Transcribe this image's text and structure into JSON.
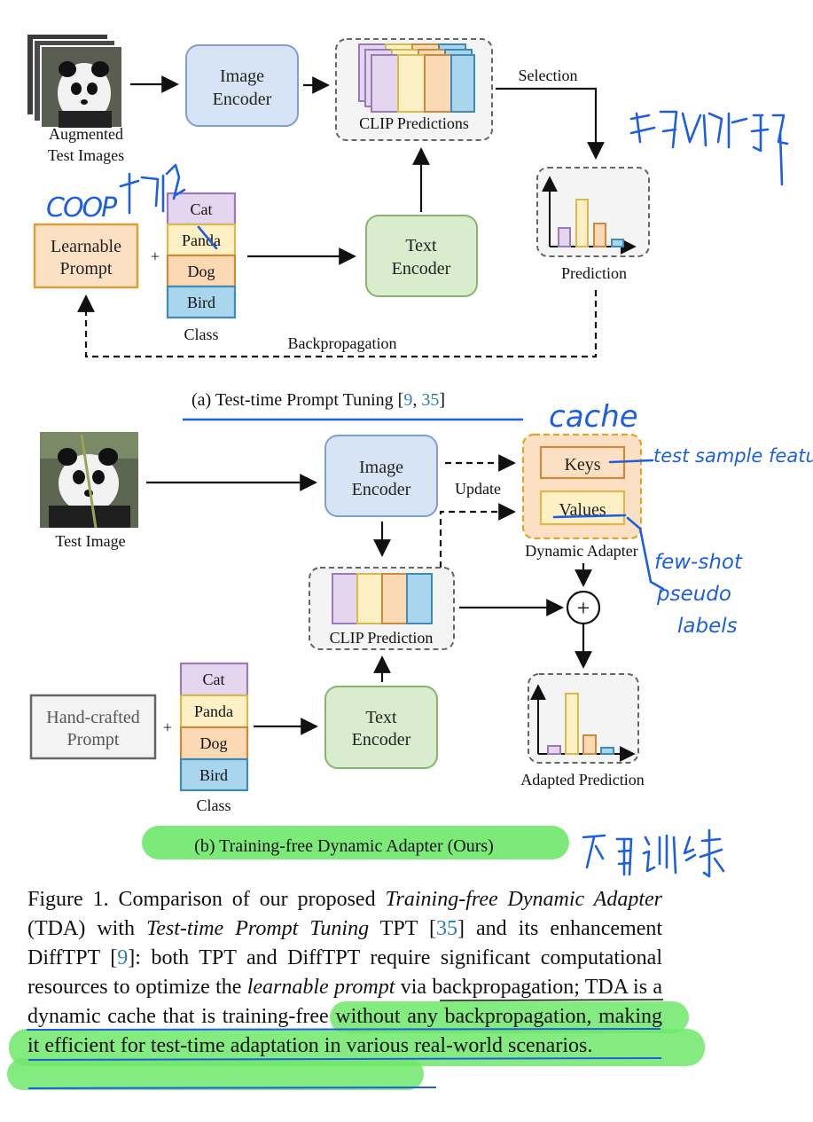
{
  "panel_a": {
    "augmented_label_1": "Augmented",
    "augmented_label_2": "Test Images",
    "image_encoder_1": "Image",
    "image_encoder_2": "Encoder",
    "clip_predictions": "CLIP Predictions",
    "selection": "Selection",
    "prediction": "Prediction",
    "learnable_prompt_1": "Learnable",
    "learnable_prompt_2": "Prompt",
    "plus": "+",
    "classes": [
      "Cat",
      "Panda",
      "Dog",
      "Bird"
    ],
    "class_label": "Class",
    "text_encoder_1": "Text",
    "text_encoder_2": "Encoder",
    "backprop": "Backpropagation",
    "caption_prefix": "(a) Test-time Prompt Tuning [",
    "cite_1": "9",
    "cite_sep": ", ",
    "cite_2": "35",
    "caption_suffix": "]"
  },
  "panel_b": {
    "test_image": "Test Image",
    "image_encoder_1": "Image",
    "image_encoder_2": "Encoder",
    "update": "Update",
    "keys": "Keys",
    "values": "Values",
    "dynamic_adapter": "Dynamic Adapter",
    "clip_prediction": "CLIP Prediction",
    "plus_circle": "+",
    "handcrafted_1": "Hand-crafted",
    "handcrafted_2": "Prompt",
    "plus": "+",
    "classes": [
      "Cat",
      "Panda",
      "Dog",
      "Bird"
    ],
    "class_label": "Class",
    "text_encoder_1": "Text",
    "text_encoder_2": "Encoder",
    "adapted_prediction": "Adapted Prediction",
    "caption": "(b) Training-free Dynamic Adapter (Ours)"
  },
  "figure_caption": {
    "label": "Figure 1.",
    "t1": " Comparison of our proposed ",
    "i1": "Training-free Dynamic Adapter",
    "t2": " (TDA) with ",
    "i2": "Test-time Prompt Tuning",
    "t3": " TPT [",
    "c1": "35",
    "t4": "] and its enhancement DiffTPT [",
    "c2": "9",
    "t5": "]: both TPT and DiffTPT require significant computational resources to optimize the ",
    "i3": "learnable prompt",
    "t6": " via backpropagation; TDA is a dynamic cache that is training-free without any backpropagation, making it efficient for test-time adaptation in various real-world scenarios."
  },
  "handwriting": {
    "cache": "cache",
    "keys_note": "test sample feature",
    "values_note_1": "few-shot",
    "values_note_2": "pseudo",
    "values_note_3": "labels",
    "coop_note": "COOP"
  },
  "colors": {
    "purple": "#e4d6ee",
    "purple_border": "#9a7bb8",
    "yellow": "#fdf0c4",
    "yellow_border": "#d9b84e",
    "orange": "#fbd9b4",
    "orange_border": "#cc8a3b",
    "blue": "#a9d6ec",
    "blue_border": "#3f8bb7",
    "encoder_blue": "#d6e4f6",
    "encoder_green": "#d9eccd",
    "highlight": "#6ee86a",
    "ink": "#1d5fe0"
  }
}
